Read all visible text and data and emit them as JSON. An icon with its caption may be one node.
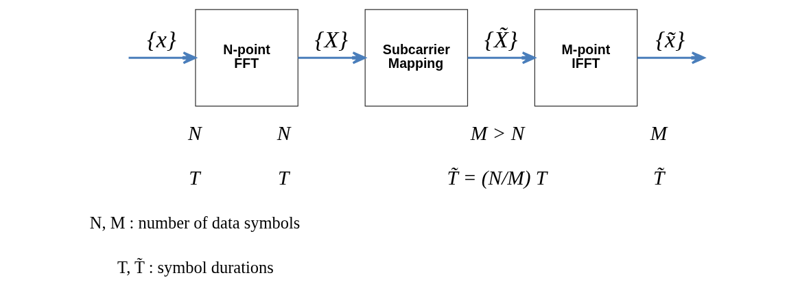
{
  "diagram": {
    "nodes": [
      {
        "text": [
          "N-point FFT"
        ]
      },
      {
        "text": [
          "Subcarrier Mapping"
        ]
      },
      {
        "text": [
          "M-point IFFT"
        ]
      }
    ],
    "edges": [
      {
        "from": null,
        "to": 0,
        "arrow": "to",
        "label": "{x}"
      },
      {
        "from": 0,
        "to": 1,
        "arrow": "to",
        "label": "{X}"
      },
      {
        "from": 1,
        "to": 2,
        "arrow": "to",
        "label": "{X̃}"
      },
      {
        "from": 2,
        "to": null,
        "arrow": "to",
        "label": "{x̃}"
      }
    ],
    "labels": [
      "N",
      "N",
      "M > N",
      "M",
      "T",
      "T",
      "T̃ = (N/M) T",
      "T̃",
      "N, M : number of data symbols",
      "T, T̃ : symbol durations"
    ]
  }
}
